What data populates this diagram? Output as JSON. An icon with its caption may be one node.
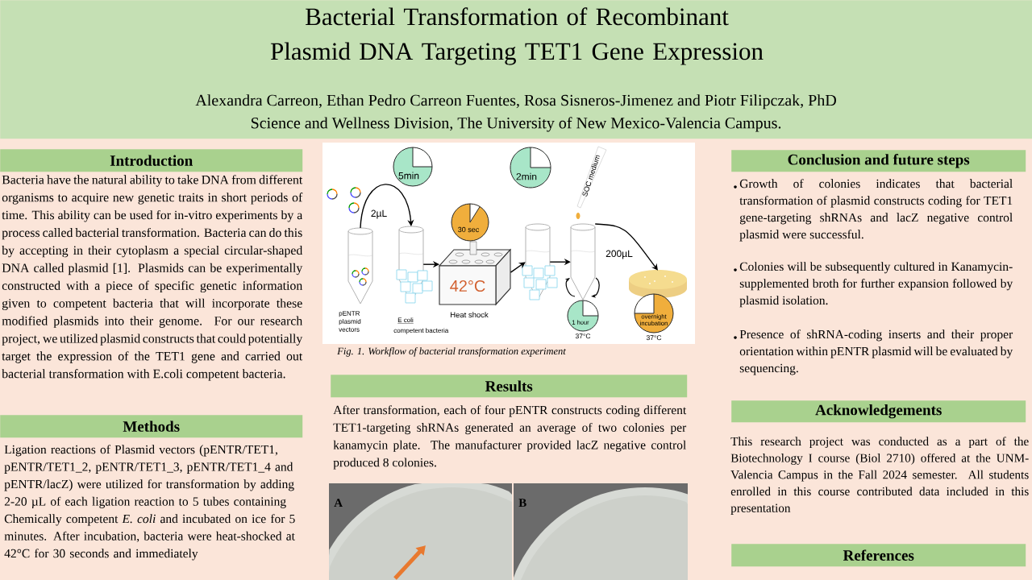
{
  "diagram": {
    "nodes": [
      {
        "text": [
          "Bacterial Transformation of Recombinant Plasmid DNA Targeting TET1 Gene Expression",
          "Alexandra Carreon, Ethan Pedro Carreon Fuentes, Rosa Sisneros-Jimenez and Piotr Filipczak, PhD",
          "Science and Wellness Division, The University of New Mexico-Valencia Campus."
        ]
      },
      {
        "text": [
          "Introduction"
        ]
      },
      {
        "text": [
          "Methods"
        ]
      },
      {
        "text": [
          "Results"
        ]
      },
      {
        "text": [
          "Conclusion and future steps"
        ]
      },
      {
        "text": [
          "Acknowledgements"
        ]
      },
      {
        "text": [
          "References"
        ]
      },
      {
        "text": [],
        "shape": "picture",
        "beside": [
          "pENTR plasmid vectors"
        ]
      },
      {
        "text": [],
        "shape": "picture",
        "beside": [
          "E coli",
          "competent bacteria"
        ]
      },
      {
        "text": [
          "42°C"
        ],
        "beside": [
          "Heat shock"
        ]
      },
      {
        "text": [],
        "shape": "picture"
      },
      {
        "text": [],
        "shape": "picture"
      },
      {
        "text": [],
        "shape": "picture"
      },
      {
        "text": [
          "5min"
        ]
      },
      {
        "text": [
          "30 sec"
        ]
      },
      {
        "text": [
          "2min"
        ]
      },
      {
        "text": [
          "1 hour"
        ],
        "beside": [
          "37°C"
        ]
      },
      {
        "text": [
          "overnight incubation"
        ],
        "beside": [
          "37°C"
        ]
      },
      {
        "text": [
          "A"
        ]
      },
      {
        "text": [
          "B"
        ]
      }
    ],
    "edges": [
      {
        "from": 7,
        "to": 8,
        "arrow": "to",
        "label": "2µL"
      },
      {
        "from": 8,
        "to": 9,
        "arrow": "to"
      },
      {
        "from": 9,
        "to": 10,
        "arrow": "to"
      },
      {
        "from": 10,
        "to": 11,
        "arrow": "to"
      },
      {
        "from": 11,
        "to": 12,
        "arrow": "to",
        "label": "200µL"
      }
    ],
    "labels": [
      "Bacteria have the natural ability to take DNA from different organisms to acquire new genetic traits in short periods of time. This ability can be used for in-vitro experiments by a process called bacterial transformation. Bacteria can do this by accepting in their cytoplasm a special circular-shaped DNA called plasmid [1]. Plasmids can be experimentally constructed with a piece of specific genetic information given to competent bacteria that will incorporate these modified plasmids into their genome. For our research project, we utilized plasmid constructs that could potentially target the expression of the TET1 gene and carried out bacterial transformation with E.coli competent bacteria.",
      "Ligation reactions of Plasmid vectors (pENTR/TET1, pENTR/TET1_2, pENTR/TET1_3, pENTR/TET1_4 and pENTR/lacZ) were utilized for transformation by adding 2-20 µL of each ligation reaction to 5 tubes containing Chemically competent *E. coli* and incubated on ice for 5 minutes. After incubation, bacteria were heat-shocked at 42°C for 30 seconds and immediately",
      "SOC medium",
      "Fig. 1.  Workflow of bacterial transformation experiment",
      "After transformation, each of four pENTR constructs coding different TET1-targeting shRNAs generated an average of two colonies per kanamycin plate. The manufacturer provided lacZ negative control produced 8 colonies.",
      "Growth of colonies indicates that bacterial transformation of plasmid constructs coding for TET1 gene-targeting shRNAs and lacZ negative control plasmid were successful.",
      "Colonies will be subsequently cultured in Kanamycin-supplemented broth for further expansion followed by plasmid isolation.",
      "Presence of shRNA-coding inserts and their proper orientation within pENTR plasmid will be evaluated by sequencing.",
      "This research project was conducted as a part of the Biotechnology I course (Biol 2710) offered at the UNM-Valencia Campus in the Fall 2024 semester. All students enrolled in this course contributed data included in this presentation"
    ]
  }
}
